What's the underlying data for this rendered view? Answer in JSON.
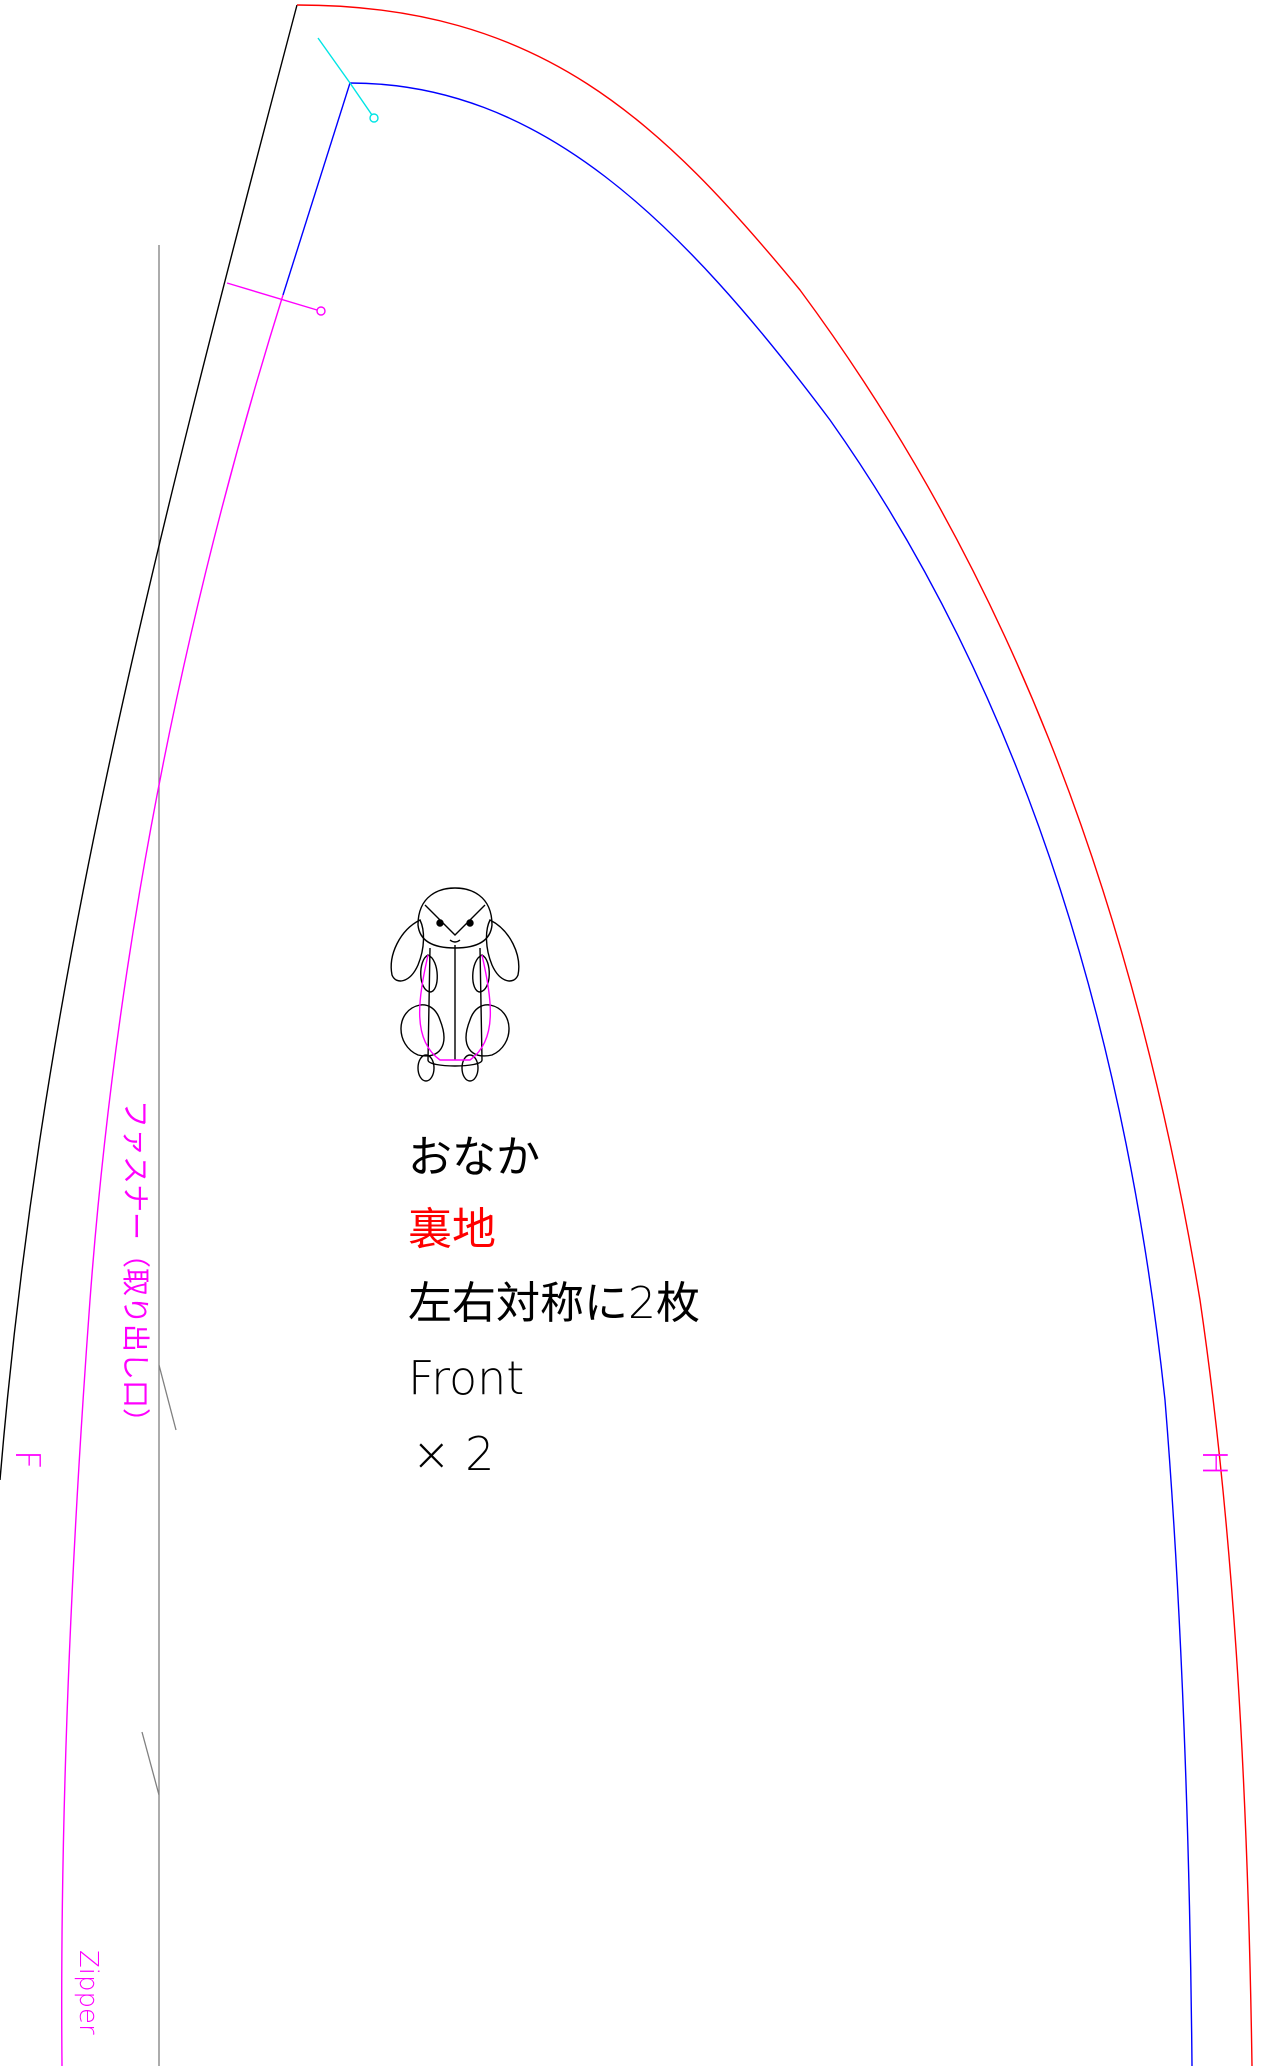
{
  "pattern": {
    "piece_name_ja": "おなか",
    "lining_label_ja": "裏地",
    "cut_instruction_ja": "左右対称に2枚",
    "piece_name_en": "Front",
    "cut_count_en": "× 2",
    "zipper_label_ja": "ファスナー（取り出し口）",
    "zipper_label_en": "Zipper",
    "left_edge_mark": "F",
    "right_edge_mark": "H"
  },
  "colors": {
    "cut_line": "#000000",
    "seam_line_left": "#ff00ff",
    "seam_line_right": "#0000ff",
    "cut_line_right": "#ff0000",
    "notch_top": "#00e5e5",
    "notch_side": "#ff00ff",
    "text_main": "#000000",
    "text_lining": "#ff0000",
    "text_zipper": "#ff00ff",
    "grain_line": "#808080"
  }
}
